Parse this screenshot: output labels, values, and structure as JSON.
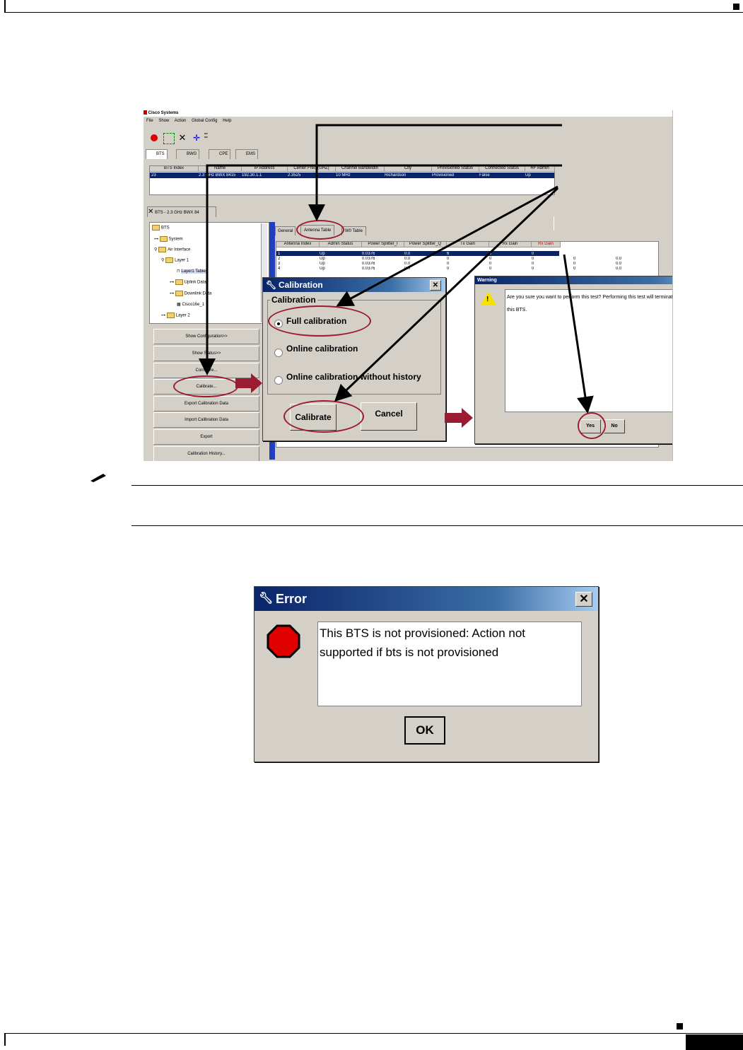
{
  "app": {
    "title": "Cisco Systems",
    "menu": [
      "File",
      "Show",
      "Action",
      "Global Config",
      "Help"
    ],
    "toolbar_icons": [
      "record-icon",
      "network-icon",
      "tools-icon",
      "antenna-icon",
      "grid-icon"
    ],
    "type_tabs": [
      "BTS",
      "BWG",
      "CPE",
      "EMS"
    ],
    "bts_table": {
      "columns": [
        "BTS Index",
        "Name",
        "IP Address",
        "Center Freq (GHZ)",
        "Channel Bandwidth",
        "City",
        "Provisioned Status",
        "Connected Status",
        "RF Admin"
      ],
      "rows": [
        [
          "23",
          "2.3 GHz BWX 8415",
          "192.30.1.1",
          "2.3525",
          "10 MHz",
          "Richardson",
          "Provisioned",
          "False",
          "Up"
        ]
      ]
    },
    "doc_tab": "BTS - 2.3 GHz BWX 84",
    "tree": [
      "BTS",
      "System",
      "Air Interface",
      "Layer 1",
      "Layer1 Tables",
      "Uplink Data",
      "Downlink Data",
      "Cisco16e_1",
      "Layer 2"
    ],
    "action_buttons": [
      "Show Configuration>>",
      "Show Status>>",
      "Configure...",
      "Calibrate...",
      "Export Calibration Data",
      "Import Calibration Data",
      "Export",
      "Calibration History..."
    ],
    "sub_tabs": [
      "General",
      "Antenna Table",
      "W0 Table"
    ],
    "antenna_table": {
      "columns": [
        "Antenna Index",
        "Admin Status",
        "Power Splitter_I",
        "Power Splitter_Q",
        "Tx Gain",
        "Rx Gain",
        "Rx Gain"
      ],
      "rows": [
        [
          "1",
          "Up",
          "0.0376",
          "0.0",
          "6",
          "0",
          "0",
          "",
          ""
        ],
        [
          "2",
          "Up",
          "0.0376",
          "0.0",
          "0",
          "0",
          "0",
          "0",
          "0.0"
        ],
        [
          "3",
          "Up",
          "0.0376",
          "0.0",
          "0",
          "0",
          "0",
          "0",
          "0.0"
        ],
        [
          "4",
          "Up",
          "0.0376",
          "0.0",
          "0",
          "0",
          "0",
          "0",
          "0.0"
        ]
      ]
    }
  },
  "calibration_dialog": {
    "title": "Calibration",
    "group_label": "Calibration",
    "options": [
      "Full calibration",
      "Online calibration",
      "Online calibration without history"
    ],
    "selected": 0,
    "buttons": [
      "Calibrate",
      "Cancel"
    ]
  },
  "warning_dialog": {
    "title": "Warning",
    "message": "Are you sure you want to perform this test? Performing this test will terminate all existing calls on this BTS.",
    "buttons": [
      "Yes",
      "No"
    ]
  },
  "error_dialog": {
    "title": "Error",
    "message": "This BTS is not provisioned: Action not supported if bts is not provisioned",
    "button": "OK"
  },
  "colors": {
    "titlebar": "#0a246a",
    "highlight_row": "#0a246a",
    "callout": "#9b1b30",
    "dialog_bg": "#d4d0c8"
  }
}
